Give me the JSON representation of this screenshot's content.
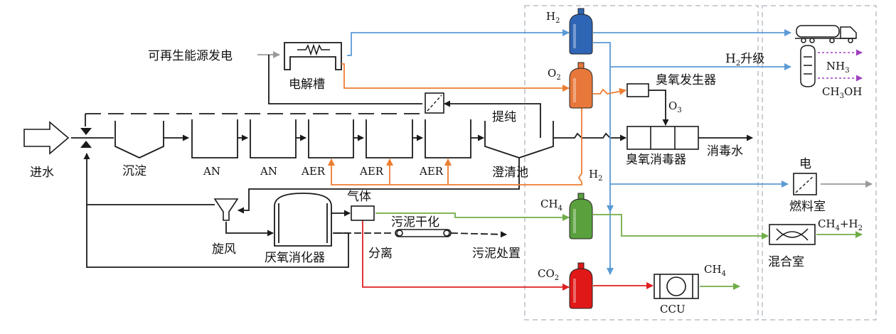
{
  "colors": {
    "black": "#1a1a1a",
    "blue": "#5b9bd5",
    "orange": "#ed7d31",
    "green": "#70ad47",
    "red": "#e02020",
    "gray": "#9a9a9a",
    "purple": "#a040c0",
    "dash_border": "#b8c0c8",
    "cyl_h2": "#2f65b5",
    "cyl_o2": "#e8783a",
    "cyl_ch4": "#5aa03c",
    "cyl_co2": "#e01818"
  },
  "labels": {
    "renewable": "可再生能源发电",
    "electrolyzer": "电解槽",
    "purify": "提纯",
    "inflow": "进水",
    "sediment": "沉淀",
    "an1": "AN",
    "an2": "AN",
    "aer1": "AER",
    "aer2": "AER",
    "aer3": "AER",
    "clarifier": "澄清池",
    "ozone_gen": "臭氧发生器",
    "ozone_disinfector": "臭氧消毒器",
    "disinfected_water": "消毒水",
    "cyclone": "旋风",
    "digester": "厌氧消化器",
    "gas": "气体",
    "separation": "分离",
    "sludge_drying": "污泥干化",
    "sludge_disposal": "污泥处置",
    "ccu": "CCU",
    "fuel_cell": "燃料室",
    "electricity": "电",
    "mixing": "混合室",
    "h2_upgrade": "H",
    "h2_upgrade_sub": "2",
    "h2_upgrade_tail": "升级"
  },
  "gases": {
    "h2": {
      "main": "H",
      "sub": "2"
    },
    "o2": {
      "main": "O",
      "sub": "2"
    },
    "o3": {
      "main": "O",
      "sub": "3"
    },
    "ch4": {
      "main": "CH",
      "sub": "4"
    },
    "co2": {
      "main": "CO",
      "sub": "2"
    },
    "h2_mid": {
      "main": "H",
      "sub": "2"
    },
    "ch4_out": {
      "main": "CH",
      "sub": "4"
    },
    "nh3": {
      "main": "NH",
      "sub": "3"
    },
    "ch3oh": {
      "main": "CH",
      "sub": "3",
      "tail": "OH"
    },
    "ch4h2": {
      "a": "CH",
      "a_sub": "4",
      "plus": "+H",
      "b_sub": "2"
    }
  }
}
